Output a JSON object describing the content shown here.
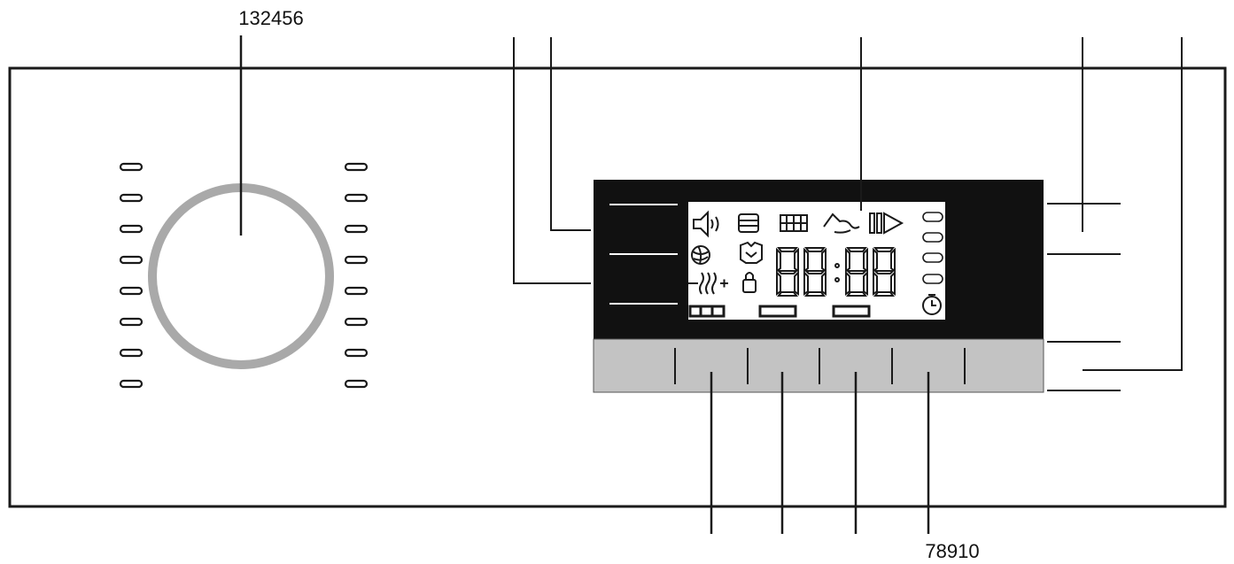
{
  "labels": {
    "top_callout": "132456",
    "bottom_callout": "78910"
  },
  "colors": {
    "outline": "#1a1a1a",
    "knob_ring": "#a9a9a9",
    "display_bg": "#111111",
    "lcd_bg": "#ffffff",
    "button_strip": "#c3c3c3"
  },
  "display": {
    "digits": "88:88",
    "icons": [
      "speaker-icon",
      "layers-icon",
      "grid-icon",
      "rinse-hand-icon",
      "start-pause-icon",
      "wool-ball-icon",
      "shirt-icon",
      "extra-rinse-icon",
      "lock-icon",
      "timer-icon"
    ]
  }
}
